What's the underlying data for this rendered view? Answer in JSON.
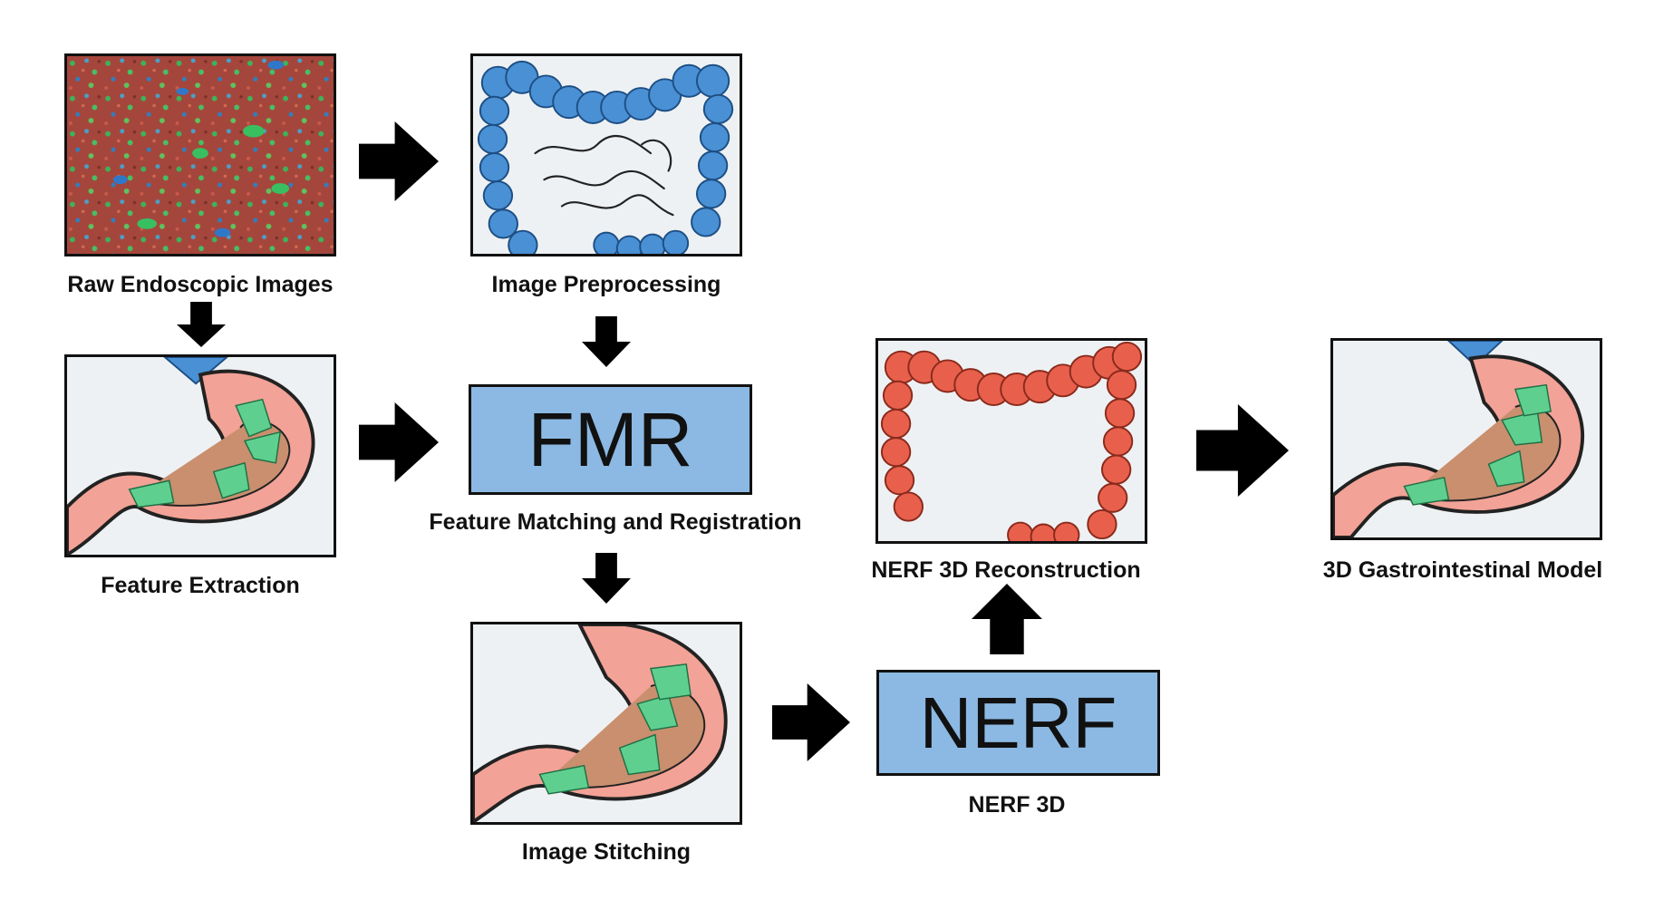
{
  "nodes": {
    "raw": {
      "label": "Raw Endoscopic Images"
    },
    "preprocessing": {
      "label": "Image Preprocessing"
    },
    "feature_extraction": {
      "label": "Feature Extraction"
    },
    "fmr": {
      "acronym": "FMR",
      "label": "Feature Matching and Registration"
    },
    "stitching": {
      "label": "Image Stitching"
    },
    "nerf": {
      "acronym": "NERF",
      "label": "NERF 3D"
    },
    "nerf_recon": {
      "label": "NERF 3D Reconstruction"
    },
    "model": {
      "label": "3D Gastrointestinal Model"
    }
  },
  "colors": {
    "box_blue": "#8cb9e3",
    "colon_blue": "#4a90d4",
    "colon_red": "#e8604c",
    "stomach_pink": "#f2a296",
    "feature_green": "#5fcf8f",
    "noise_red": "#a5463c"
  }
}
